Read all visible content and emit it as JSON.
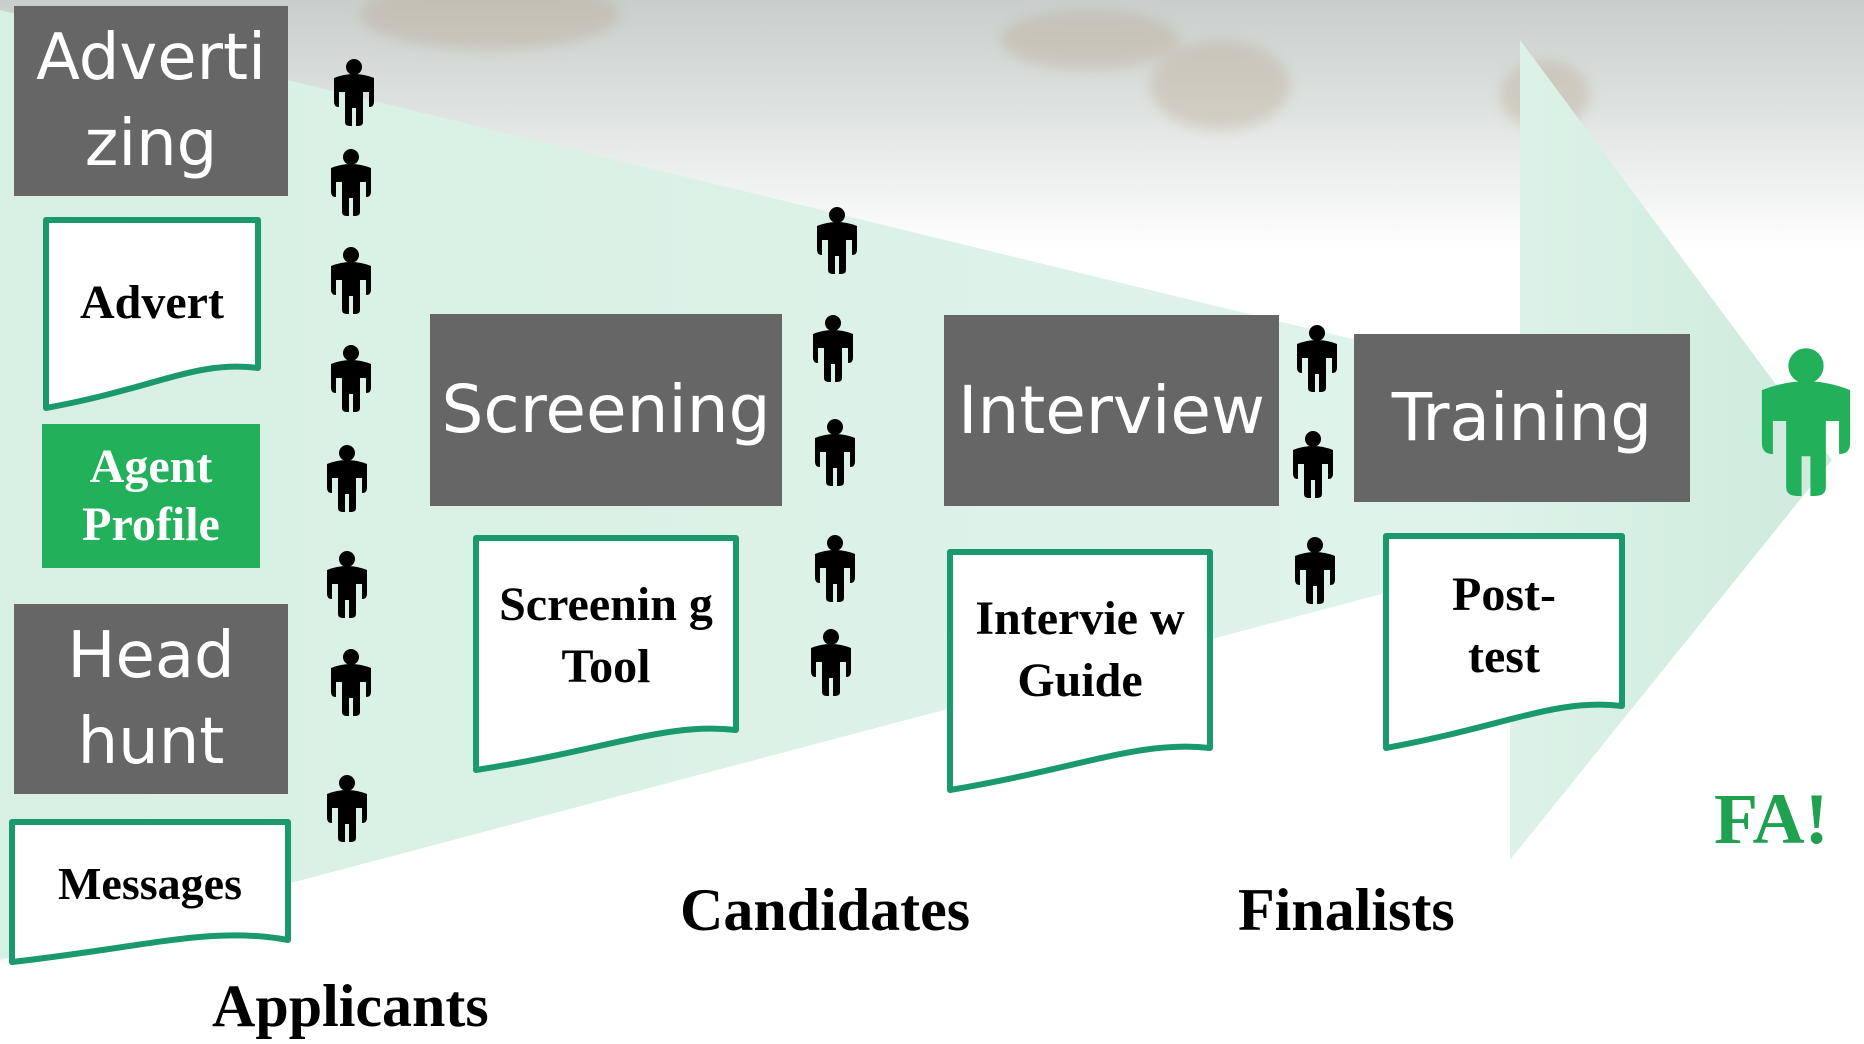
{
  "stages": {
    "advertizing": "Adverti zing",
    "headhunt": "Head hunt",
    "screening": "Screening",
    "interview": "Interview",
    "training": "Training"
  },
  "documents": {
    "advert": "Advert",
    "agent_profile": "Agent Profile",
    "messages": "Messages",
    "screening_tool": "Screenin g Tool",
    "interview_guide": "Intervie w Guide",
    "post_test": "Post- test"
  },
  "labels": {
    "applicants": "Applicants",
    "candidates": "Candidates",
    "finalists": "Finalists",
    "result": "FA!"
  },
  "colors": {
    "stage_box": "#666666",
    "doc_border": "#1a9a6c",
    "agent_profile_fill": "#22b05a",
    "funnel_fill": "#dff3ea",
    "result_green": "#1fa14f",
    "person_black": "#000000",
    "person_green": "#22b05a"
  },
  "icons": {
    "person": "person-icon",
    "final_person": "green-person-icon"
  }
}
